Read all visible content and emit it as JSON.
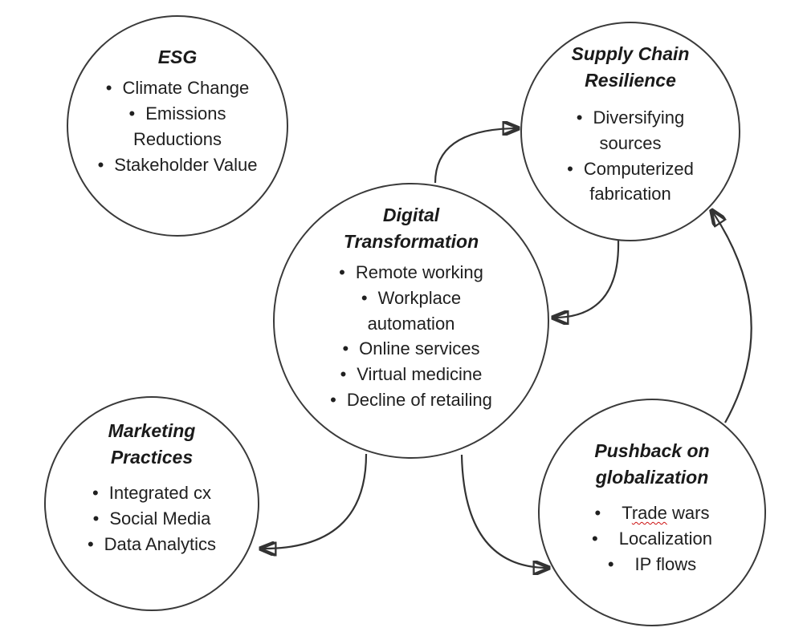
{
  "bullet_char": "•",
  "style": {
    "background_color": "#ffffff",
    "line_color": "#333333",
    "text_color": "#202020",
    "misspell_underline_color": "#cc1111"
  },
  "circles": [
    {
      "id": "esg",
      "title_lines": [
        "ESG"
      ],
      "lines": [
        {
          "b": true,
          "t": "Climate Change"
        },
        {
          "b": true,
          "t": "Emissions"
        },
        {
          "b": false,
          "t": "Reductions"
        },
        {
          "b": true,
          "t": "Stakeholder Value"
        }
      ]
    },
    {
      "id": "supply-chain-resilience",
      "title_lines": [
        "Supply Chain",
        "Resilience"
      ],
      "lines": [
        {
          "b": true,
          "t": "Diversifying"
        },
        {
          "b": false,
          "t": "sources"
        },
        {
          "b": true,
          "t": "Computerized"
        },
        {
          "b": false,
          "t": "fabrication"
        }
      ]
    },
    {
      "id": "digital-transformation",
      "title_lines": [
        "Digital",
        "Transformation"
      ],
      "lines": [
        {
          "b": true,
          "t": "Remote working"
        },
        {
          "b": true,
          "t": "Workplace"
        },
        {
          "b": false,
          "t": "automation"
        },
        {
          "b": true,
          "t": "Online services"
        },
        {
          "b": true,
          "t": "Virtual medicine"
        },
        {
          "b": true,
          "t": "Decline of retailing"
        }
      ]
    },
    {
      "id": "marketing-practices",
      "title_lines": [
        "Marketing",
        "Practices"
      ],
      "lines": [
        {
          "b": true,
          "t": "Integrated cx"
        },
        {
          "b": true,
          "t": "Social Media"
        },
        {
          "b": true,
          "t": "Data Analytics"
        }
      ]
    },
    {
      "id": "pushback-on-globalization",
      "title_lines": [
        "Pushback on",
        "globalization"
      ],
      "lines": [
        {
          "b": true,
          "t": "Trade wars",
          "parts": {
            "pre": "T",
            "mark": "rade",
            "post": " wars"
          }
        },
        {
          "b": true,
          "t": "Localization"
        },
        {
          "b": true,
          "t": "IP flows"
        }
      ]
    }
  ],
  "arrows": [
    {
      "from": "digital-transformation",
      "to": "supply-chain-resilience"
    },
    {
      "from": "supply-chain-resilience",
      "to": "digital-transformation"
    },
    {
      "from": "digital-transformation",
      "to": "marketing-practices"
    },
    {
      "from": "digital-transformation",
      "to": "pushback-on-globalization"
    },
    {
      "from": "pushback-on-globalization",
      "to": "supply-chain-resilience"
    }
  ]
}
